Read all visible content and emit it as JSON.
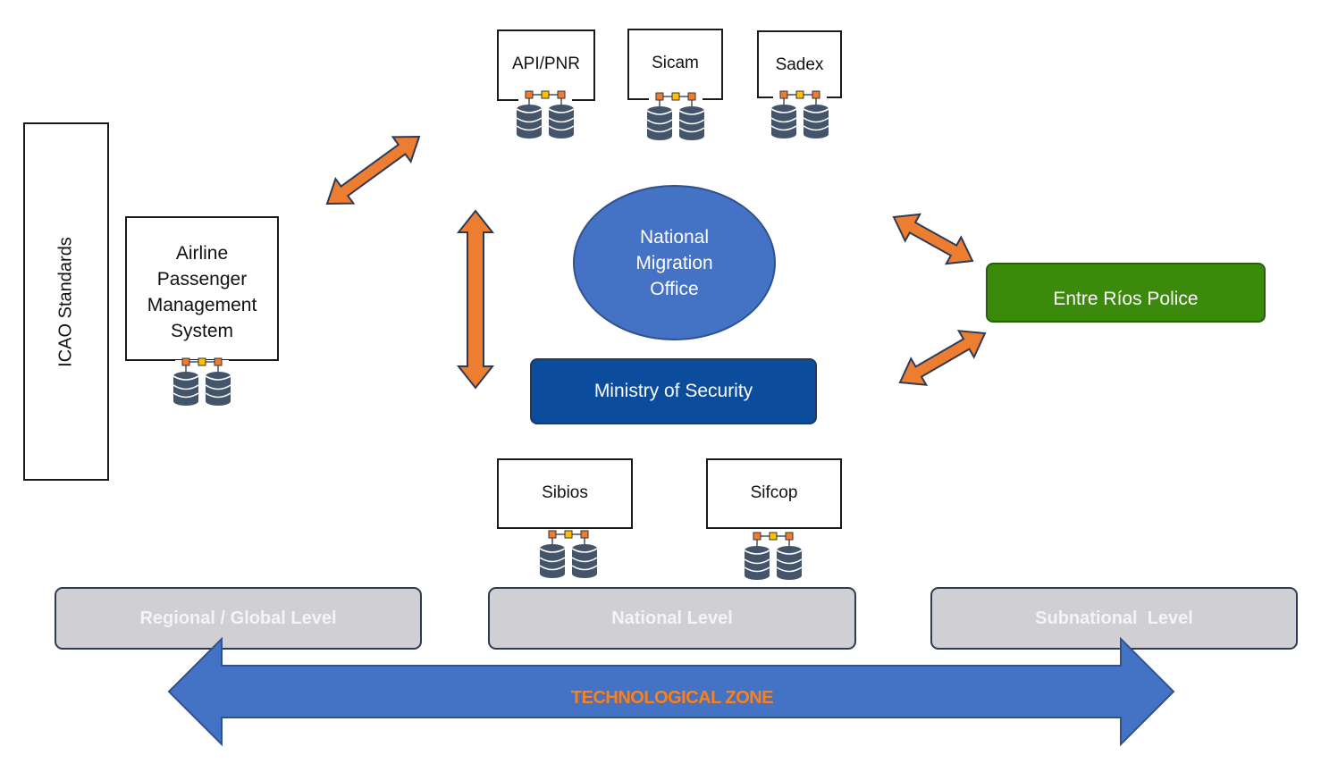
{
  "left_panel": {
    "label": "ICAO Standards"
  },
  "airline_system": {
    "label": "Airline Passenger Management System",
    "lines": [
      "Airline",
      "Passenger",
      "Management",
      "System"
    ]
  },
  "top_systems": [
    {
      "label": "API/PNR"
    },
    {
      "label": "Sicam"
    },
    {
      "label": "Sadex"
    }
  ],
  "bottom_systems": [
    {
      "label": "Sibios"
    },
    {
      "label": "Sifcop"
    }
  ],
  "center": {
    "ellipse": {
      "label": "National Migration Office",
      "lines": [
        "National",
        "Migration",
        "Office"
      ]
    },
    "ministry": {
      "label": "Ministry of Security"
    }
  },
  "police": {
    "label": "Entre Ríos Police"
  },
  "levels": [
    {
      "label": "Regional / Global Level"
    },
    {
      "label": "National Level"
    },
    {
      "label": "Subnational  Level"
    }
  ],
  "zone": {
    "label": "TECHNOLOGICAL ZONE"
  },
  "colors": {
    "orange_arrow": "#ed7d31",
    "blue_ellipse": "#4472c4",
    "ministry_fill": "#0b4d9c",
    "police_fill": "#3b8a0b",
    "level_fill": "#d0cfd3",
    "zone_arrow": "#4472c4",
    "zone_text": "#f0832a",
    "database": "#44546a"
  }
}
